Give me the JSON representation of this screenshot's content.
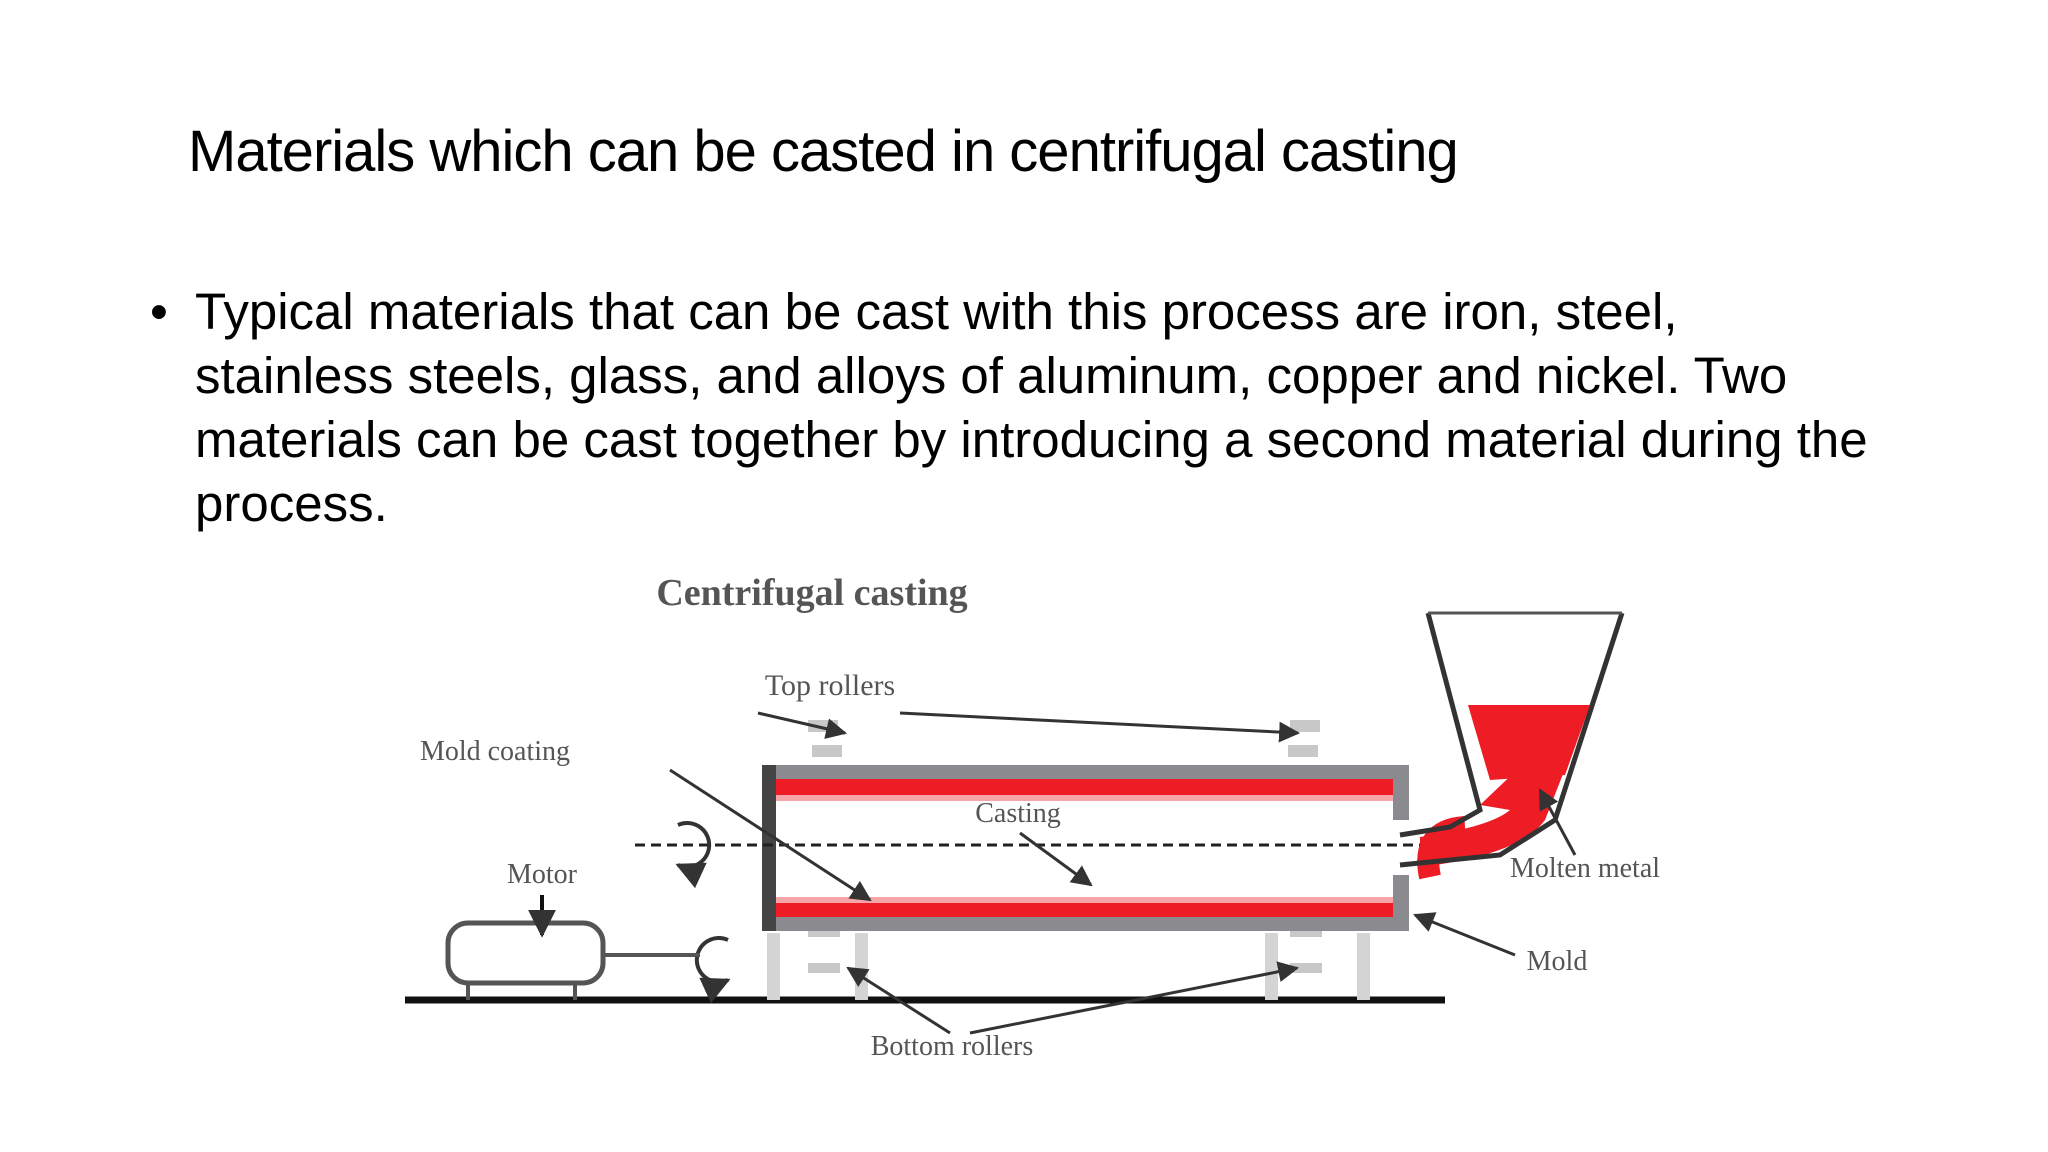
{
  "slide": {
    "title": "Materials which can be casted in centrifugal casting",
    "bullet_symbol": "•",
    "bullet_text": "Typical materials that can be cast with this process are iron, steel, stainless steels, glass, and alloys of aluminum, copper and nickel. Two materials can be cast together by introducing a second material during the process."
  },
  "diagram": {
    "title": "Centrifugal casting",
    "labels": {
      "top_rollers": "Top rollers",
      "mold_coating": "Mold coating",
      "casting": "Casting",
      "motor": "Motor",
      "molten_metal": "Molten metal",
      "mold": "Mold",
      "bottom_rollers": "Bottom rollers"
    },
    "colors": {
      "molten_metal": "#ee1c24",
      "mold": "#8a8a8f",
      "line": "#333333"
    }
  }
}
